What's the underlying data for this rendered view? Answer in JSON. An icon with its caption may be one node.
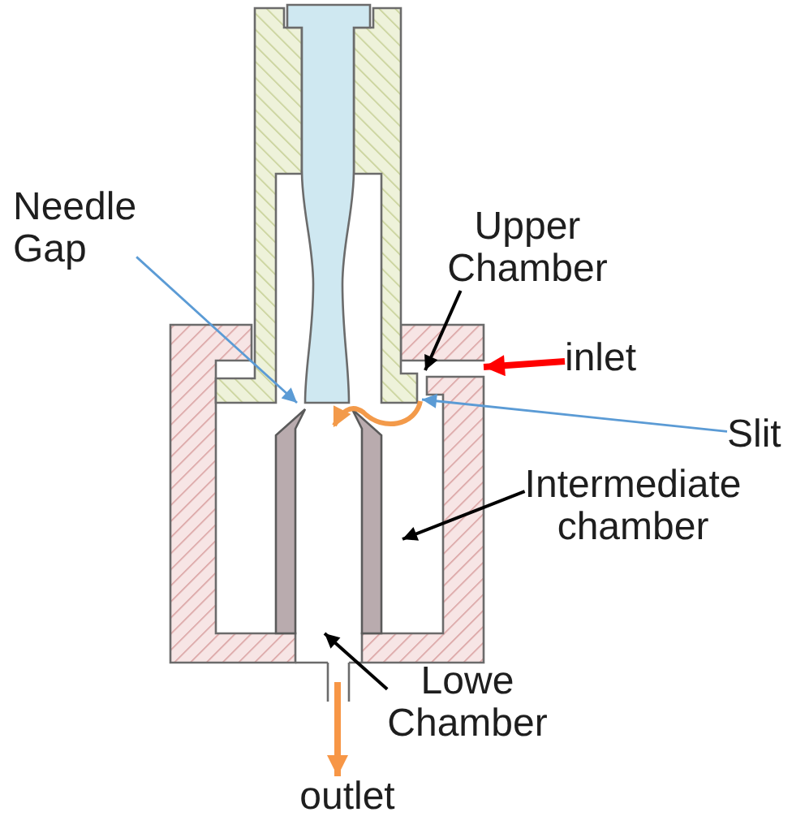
{
  "diagram": {
    "nodes": [
      {
        "text": [
          "Needle Gap"
        ]
      },
      {
        "text": [
          "Upper Chamber"
        ]
      },
      {
        "text": [
          "inlet"
        ]
      },
      {
        "text": [
          "Slit"
        ]
      },
      {
        "text": [
          "Intermediate chamber"
        ]
      },
      {
        "text": [
          "Lowe Chamber"
        ]
      },
      {
        "text": [
          "outlet"
        ]
      }
    ],
    "edges": [
      {
        "from": 0,
        "to": null,
        "arrow": "to",
        "color": "#5b9bd5"
      },
      {
        "from": 1,
        "to": null,
        "arrow": "to"
      },
      {
        "from": 2,
        "to": null,
        "arrow": "to",
        "style": "thick",
        "color": "#ff0000"
      },
      {
        "from": 3,
        "to": null,
        "arrow": "to",
        "color": "#5b9bd5"
      },
      {
        "from": 4,
        "to": null,
        "arrow": "to"
      },
      {
        "from": 5,
        "to": null,
        "arrow": "to"
      },
      {
        "from": null,
        "to": 6,
        "arrow": "to",
        "style": "thick",
        "color": "#f79646"
      }
    ]
  }
}
